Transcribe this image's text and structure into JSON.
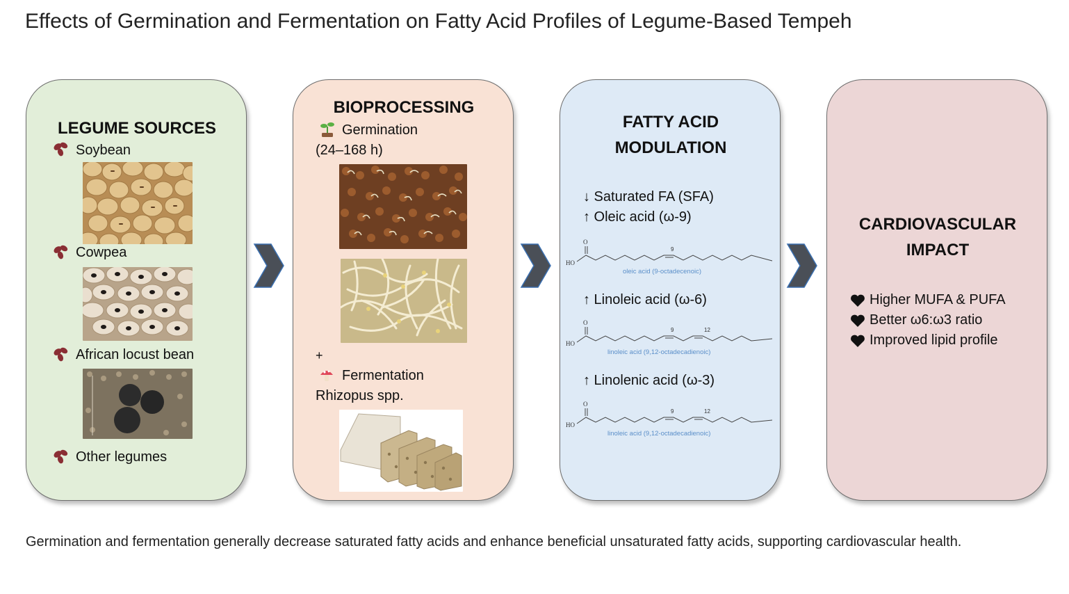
{
  "title": "Effects of Germination and Fermentation on Fatty Acid Profiles of Legume-Based Tempeh",
  "panels": {
    "legumes": {
      "heading": "LEGUME SOURCES",
      "items": [
        "Soybean",
        "Cowpea",
        "African locust bean",
        "Other legumes"
      ],
      "icon": "bean-icon",
      "color": "#e2eed9"
    },
    "bioprocessing": {
      "heading": "BIOPROCESSING",
      "germination": "Germination",
      "duration": "(24–168 h)",
      "plus": "+",
      "fermentation": "Fermentation",
      "organism": "Rhizopus spp.",
      "color": "#f9e2d5"
    },
    "fatty_acid": {
      "heading_line1": "FATTY ACID",
      "heading_line2": "MODULATION",
      "sfa": "↓ Saturated FA (SFA)",
      "oleic": "↑ Oleic acid (ω-9)",
      "oleic_structure_label": "oleic acid (9-octadecenoic)",
      "linoleic": "↑ Linoleic acid (ω-6)",
      "linoleic_structure_label": "linoleic acid (9,12-octadecadienoic)",
      "linolenic": "↑ Linolenic acid (ω-3)",
      "linolenic_structure_label": "linoleic acid (9,12-octadecadienoic)",
      "atom_o": "O",
      "atom_ho": "HO",
      "pos_9": "9",
      "pos_12": "12",
      "color": "#deeaf6"
    },
    "cardio": {
      "heading_line1": "CARDIOVASCULAR",
      "heading_line2": "IMPACT",
      "bullets": [
        "Higher MUFA & PUFA",
        "Better ω6:ω3 ratio",
        "Improved lipid profile"
      ],
      "color": "#ecd6d6"
    }
  },
  "caption": "Germination and fermentation generally decrease saturated fatty acids and enhance beneficial unsaturated fatty acids, supporting cardiovascular health.",
  "colors": {
    "chevron": "#4a4f57",
    "molecule_label": "#5b8fc9"
  }
}
